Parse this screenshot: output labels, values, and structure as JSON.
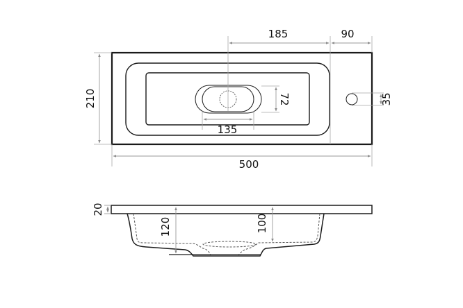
{
  "drawing": {
    "title": "Washbasin technical drawing",
    "units": "mm",
    "colors": {
      "outline": "#1a1a1a",
      "dimension": "#9a9a9a",
      "text": "#111111",
      "background": "#ffffff"
    }
  },
  "top_view": {
    "dimensions": {
      "overall_width": "500",
      "overall_depth": "210",
      "drain_to_tap_hole": "185",
      "tap_hole_to_edge": "90",
      "drain_oval_width": "135",
      "drain_oval_depth": "72",
      "tap_hole_diameter": "35"
    }
  },
  "side_view": {
    "dimensions": {
      "slab_thickness": "20",
      "total_height": "120",
      "bowl_depth": "100"
    }
  }
}
